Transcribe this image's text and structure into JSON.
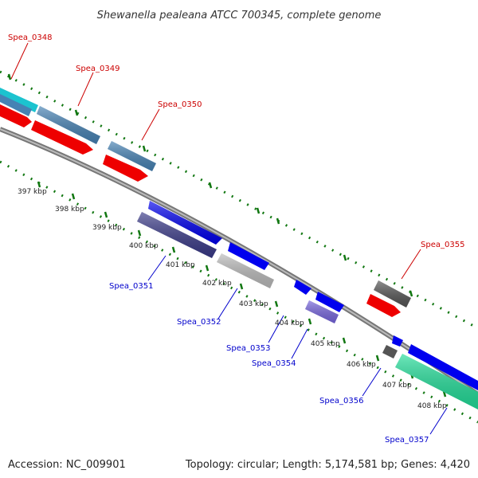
{
  "title": "Shewanella pealeana ATCC 700345, complete genome",
  "footer": {
    "accession": "Accession: NC_009901",
    "topology": "Topology: circular; Length: 5,174,581 bp; Genes: 4,420"
  },
  "colors": {
    "top_labels": "#cc0000",
    "bottom_labels": "#0000cc",
    "ticks": "#117711",
    "backbone": "#888888"
  },
  "ruler": [
    "397 kbp",
    "398 kbp",
    "399 kbp",
    "400 kbp",
    "401 kbp",
    "402 kbp",
    "403 kbp",
    "404 kbp",
    "405 kbp",
    "406 kbp",
    "407 kbp",
    "408 kbp"
  ],
  "genes_top": [
    "Spea_0348",
    "Spea_0349",
    "Spea_0350",
    "Spea_0355"
  ],
  "genes_bottom": [
    "Spea_0351",
    "Spea_0352",
    "Spea_0353",
    "Spea_0354",
    "Spea_0356",
    "Spea_0357"
  ]
}
